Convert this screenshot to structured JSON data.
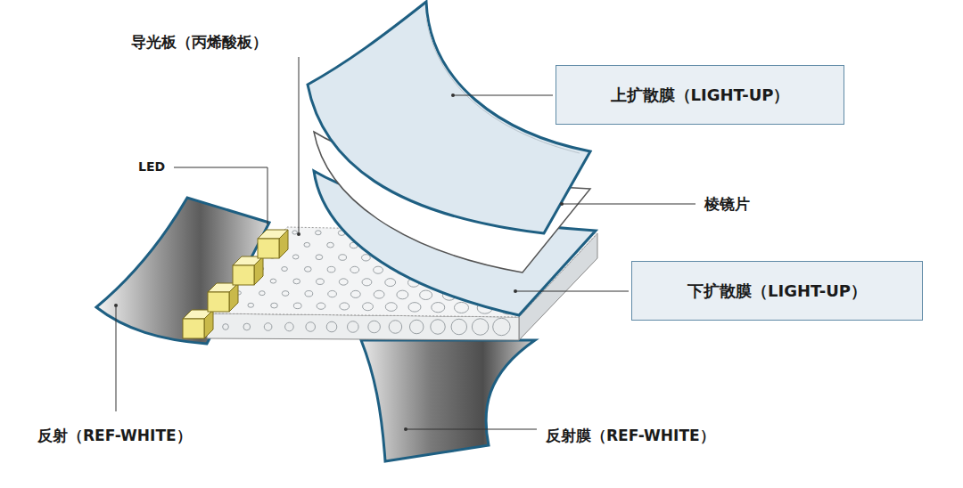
{
  "diagram": {
    "nodes": [
      {
        "text": [
          "上扩散膜（LIGHT-UP）"
        ]
      },
      {
        "text": [
          "下扩散膜（LIGHT-UP）"
        ]
      }
    ],
    "labels": [
      "导光板（丙烯酸板）",
      "LED",
      "棱镜片",
      "反射（REF-WHITE）",
      "反射膜（REF-WHITE）"
    ]
  }
}
